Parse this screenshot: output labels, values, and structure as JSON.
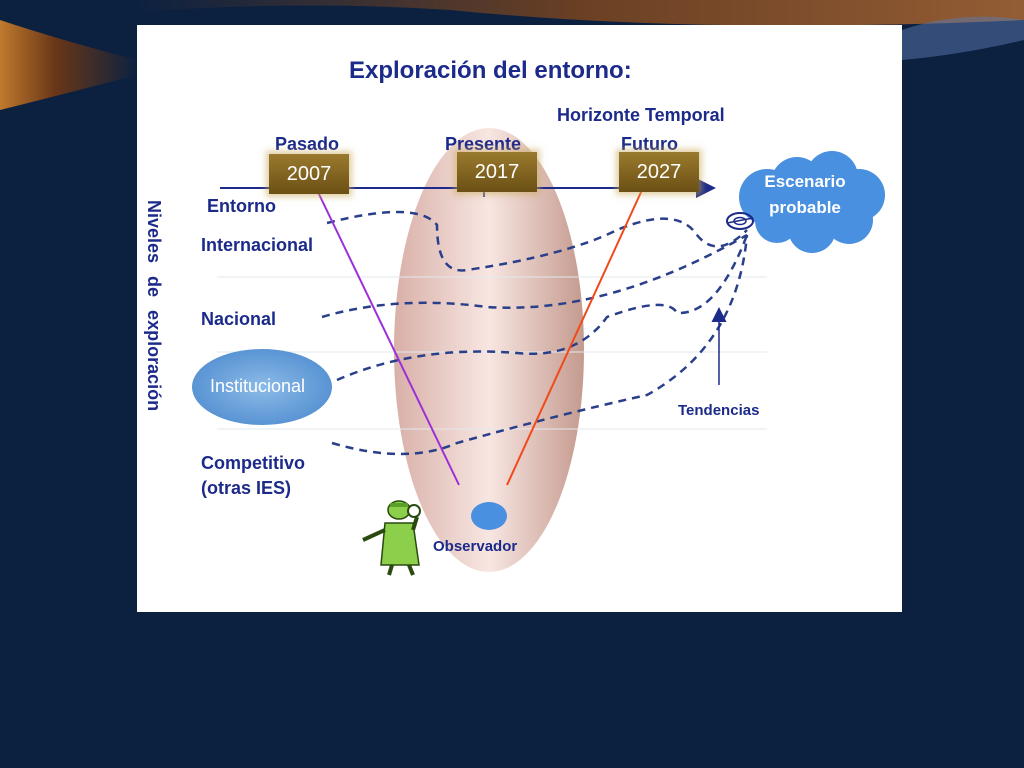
{
  "diagram": {
    "title": "Exploración del entorno:",
    "horizon_label": "Horizonte Temporal",
    "periods": [
      {
        "label": "Pasado",
        "year": "2007"
      },
      {
        "label": "Presente",
        "year": "2017"
      },
      {
        "label": "Futuro",
        "year": "2027"
      }
    ],
    "axis_vertical_label": "Niveles de exploración",
    "levels": {
      "entorno": "Entorno",
      "internacional": "Internacional",
      "nacional": "Nacional",
      "institucional": "Institucional",
      "competitivo_line1": "Competitivo",
      "competitivo_line2": "(otras IES)"
    },
    "scenario_line1": "Escenario",
    "scenario_line2": "probable",
    "trends_label": "Tendencias",
    "observer_label": "Observador",
    "colors": {
      "slide_background": "#0c2140",
      "text": "#1c2a8a",
      "pasado_line": "#9b30d9",
      "futuro_line": "#f04a1a",
      "observer_ellipse": "#c49a8e",
      "cloud": "#4a90e0",
      "year_box": "#8a6a22"
    }
  }
}
